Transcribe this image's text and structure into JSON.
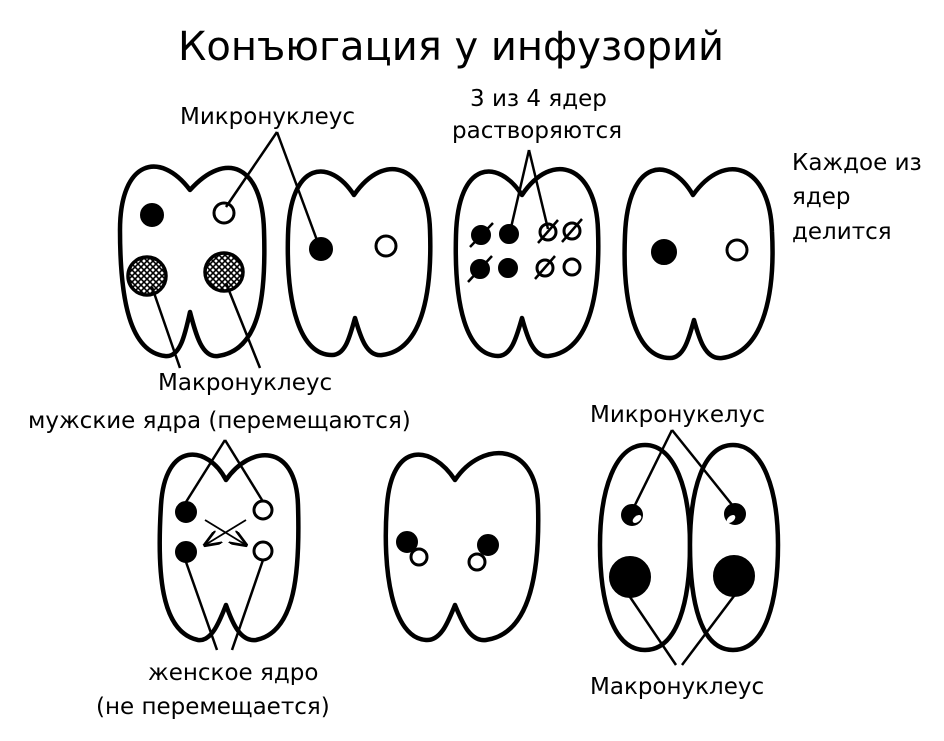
{
  "title": "Конъюгация у инфузорий",
  "labels": {
    "micronucleus_top": "Микронуклеус",
    "dissolve_line1": "3 из 4 ядер",
    "dissolve_line2": "растворяются",
    "divide_line1": "Каждое из",
    "divide_line2": "ядер",
    "divide_line3": "делится",
    "macronucleus_top": "Макронуклеус",
    "male_nuclei": "мужские ядра (перемещаются)",
    "female_line1": "женское ядро",
    "female_line2": "(не перемещается)",
    "micronucleus_bottom": "Микронукелус",
    "macronucleus_bottom": "Макронуклеус"
  },
  "colors": {
    "ink": "#000000",
    "background": "#ffffff"
  }
}
